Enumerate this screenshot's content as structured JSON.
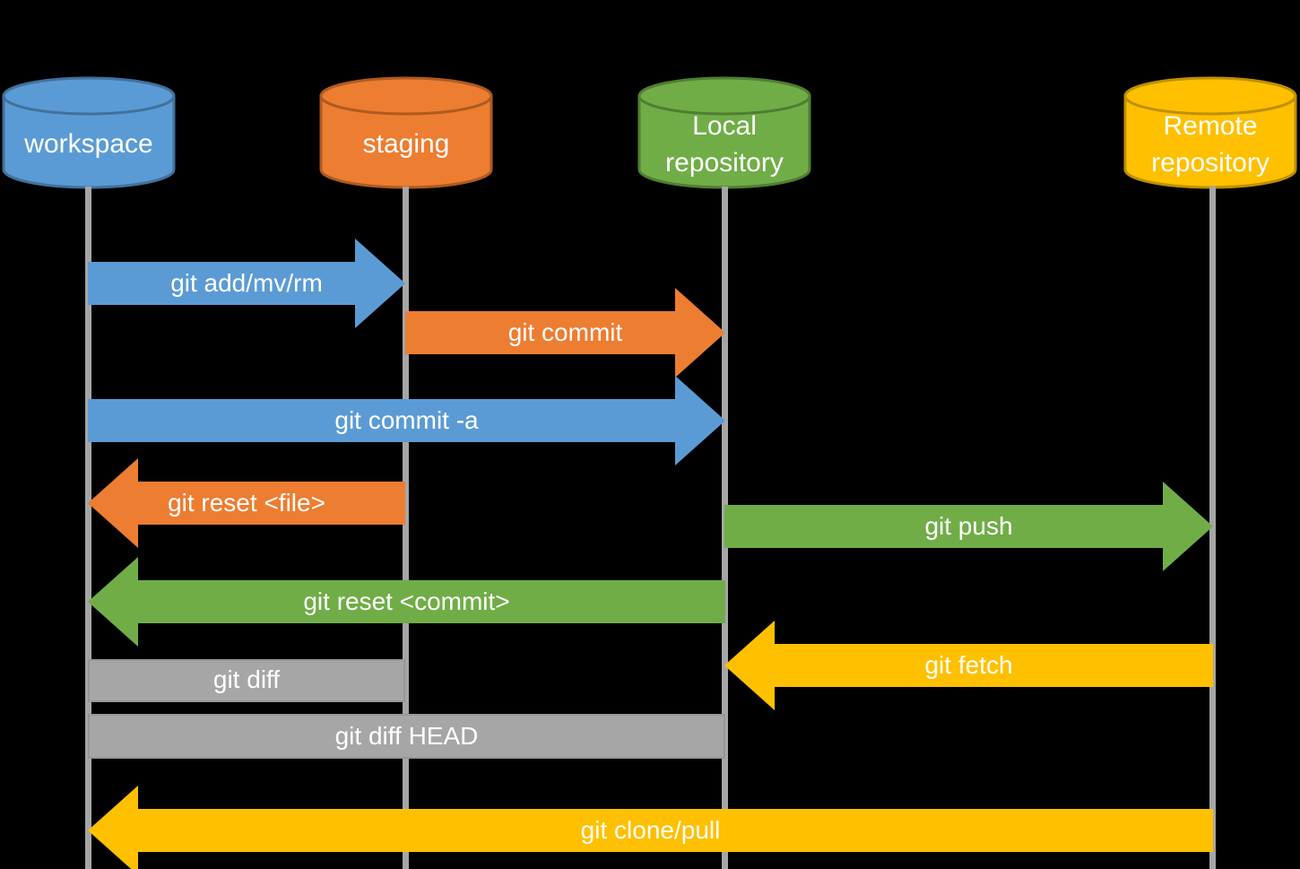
{
  "colors": {
    "background": "#000000",
    "blue": "#5B9BD5",
    "orange": "#ED7D31",
    "green": "#70AD47",
    "gold": "#FFC000",
    "gray": "#A6A6A6",
    "text": "#FFFFFF"
  },
  "actors": [
    {
      "id": "workspace",
      "label": "workspace",
      "color": "#5B9BD5"
    },
    {
      "id": "staging",
      "label": "staging",
      "color": "#ED7D31"
    },
    {
      "id": "local-repository",
      "label": "Local\nrepository",
      "color": "#70AD47"
    },
    {
      "id": "remote-repository",
      "label": "Remote\nrepository",
      "color": "#FFC000"
    }
  ],
  "commands": [
    {
      "label": "git add/mv/rm",
      "from": "workspace",
      "to": "staging",
      "direction": "right",
      "color": "#5B9BD5"
    },
    {
      "label": "git commit",
      "from": "staging",
      "to": "local-repository",
      "direction": "right",
      "color": "#ED7D31"
    },
    {
      "label": "git commit -a",
      "from": "workspace",
      "to": "local-repository",
      "direction": "right",
      "color": "#5B9BD5"
    },
    {
      "label": "git reset <file>",
      "from": "staging",
      "to": "workspace",
      "direction": "left",
      "color": "#ED7D31"
    },
    {
      "label": "git push",
      "from": "local-repository",
      "to": "remote-repository",
      "direction": "right",
      "color": "#70AD47"
    },
    {
      "label": "git reset <commit>",
      "from": "local-repository",
      "to": "workspace",
      "direction": "left",
      "color": "#70AD47"
    },
    {
      "label": "git fetch",
      "from": "remote-repository",
      "to": "local-repository",
      "direction": "left",
      "color": "#FFC000"
    },
    {
      "label": "git diff",
      "from": "workspace",
      "to": "staging",
      "direction": "none",
      "color": "#A6A6A6"
    },
    {
      "label": "git diff HEAD",
      "from": "workspace",
      "to": "local-repository",
      "direction": "none",
      "color": "#A6A6A6"
    },
    {
      "label": "git clone/pull",
      "from": "remote-repository",
      "to": "workspace",
      "direction": "left",
      "color": "#FFC000"
    }
  ]
}
